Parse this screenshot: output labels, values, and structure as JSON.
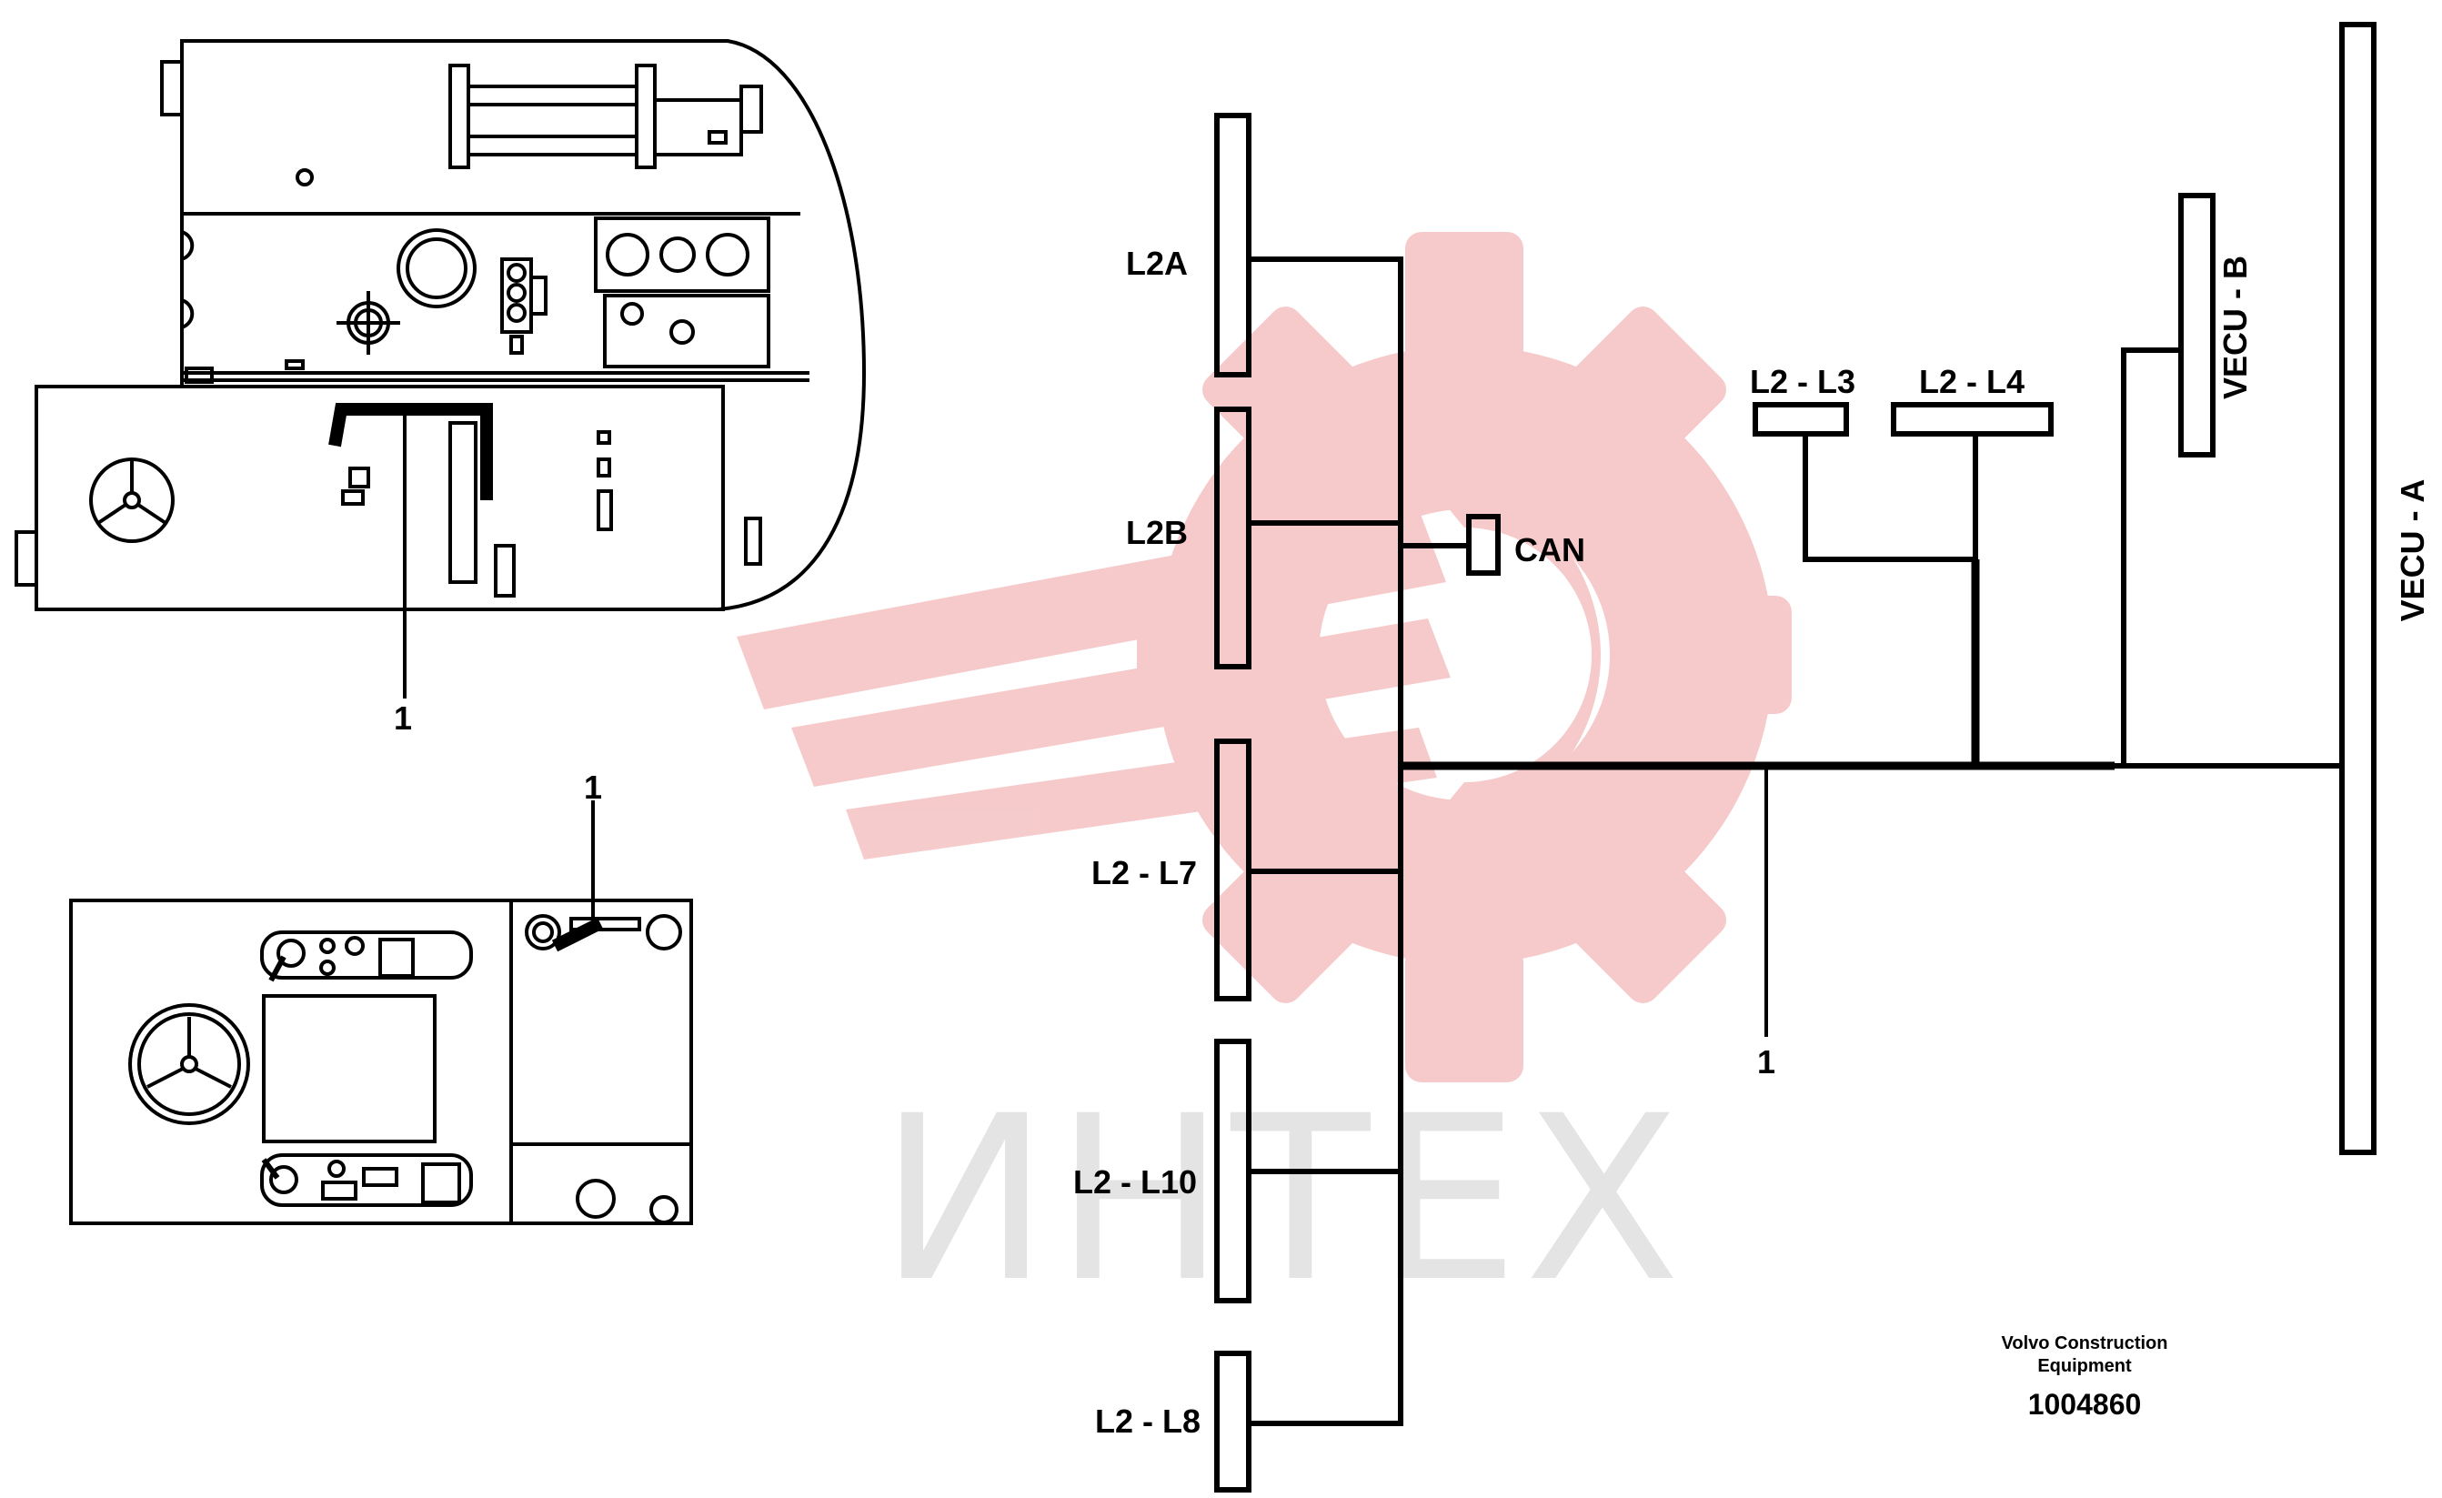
{
  "colors": {
    "line": "#000000",
    "background": "#ffffff",
    "watermark_red": "#f6c8c8",
    "watermark_gray": "#e3e3e3"
  },
  "watermark": {
    "text": "ИНТЕХ"
  },
  "callouts": {
    "cab_top_view": "1",
    "console_view": "1",
    "schematic_trunk": "1"
  },
  "nodes": {
    "l2a": "L2A",
    "l2b": "L2B",
    "l2_l7": "L2 - L7",
    "l2_l10": "L2 - L10",
    "l2_l8": "L2 - L8",
    "can": "CAN",
    "l2_l3": "L2 - L3",
    "l2_l4": "L2 - L4",
    "vecu_b": "VECU - B",
    "vecu_a": "VECU - A"
  },
  "footer": {
    "company_line1": "Volvo Construction",
    "company_line2": "Equipment",
    "drawing_number": "1004860"
  }
}
